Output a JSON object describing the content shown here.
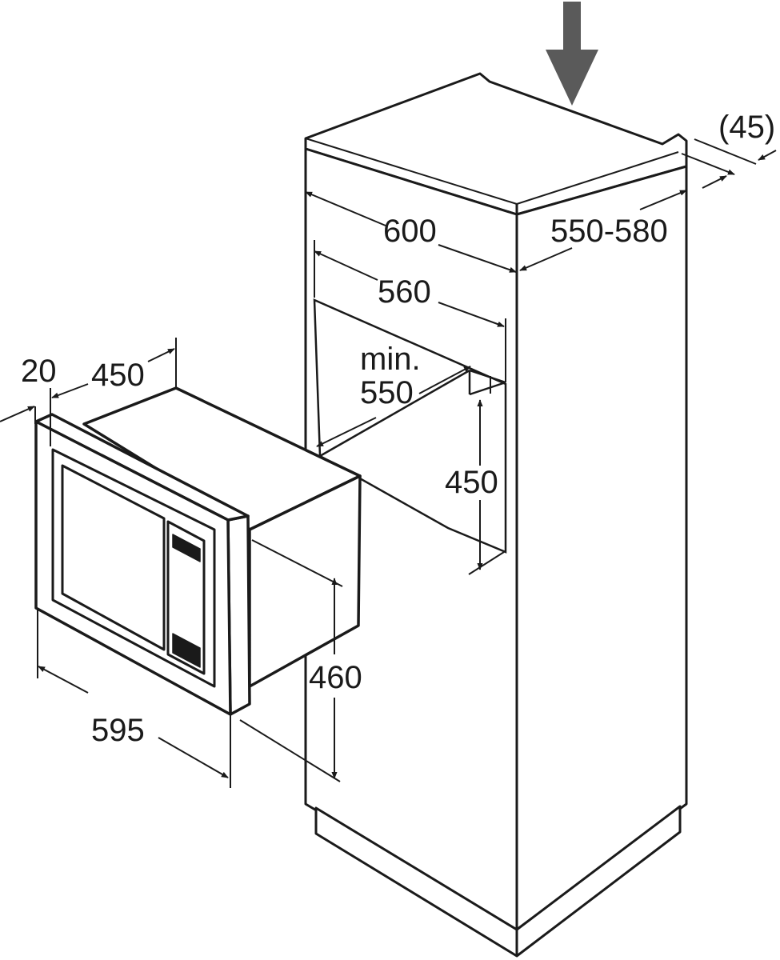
{
  "dimensions": {
    "cabinet_width": "600",
    "cabinet_depth": "550-580",
    "top_offset": "(45)",
    "niche_width": "560",
    "niche_depth_min_label": "min.",
    "niche_depth_min_value": "550",
    "niche_height": "450",
    "appliance_frame_depth": "20",
    "appliance_body_depth": "450",
    "appliance_width": "595",
    "appliance_height": "460"
  },
  "colors": {
    "line": "#1a1a1a",
    "arrow": "#5a5a5a",
    "background": "#ffffff"
  },
  "icons": {
    "install_direction": "down-arrow-icon"
  }
}
